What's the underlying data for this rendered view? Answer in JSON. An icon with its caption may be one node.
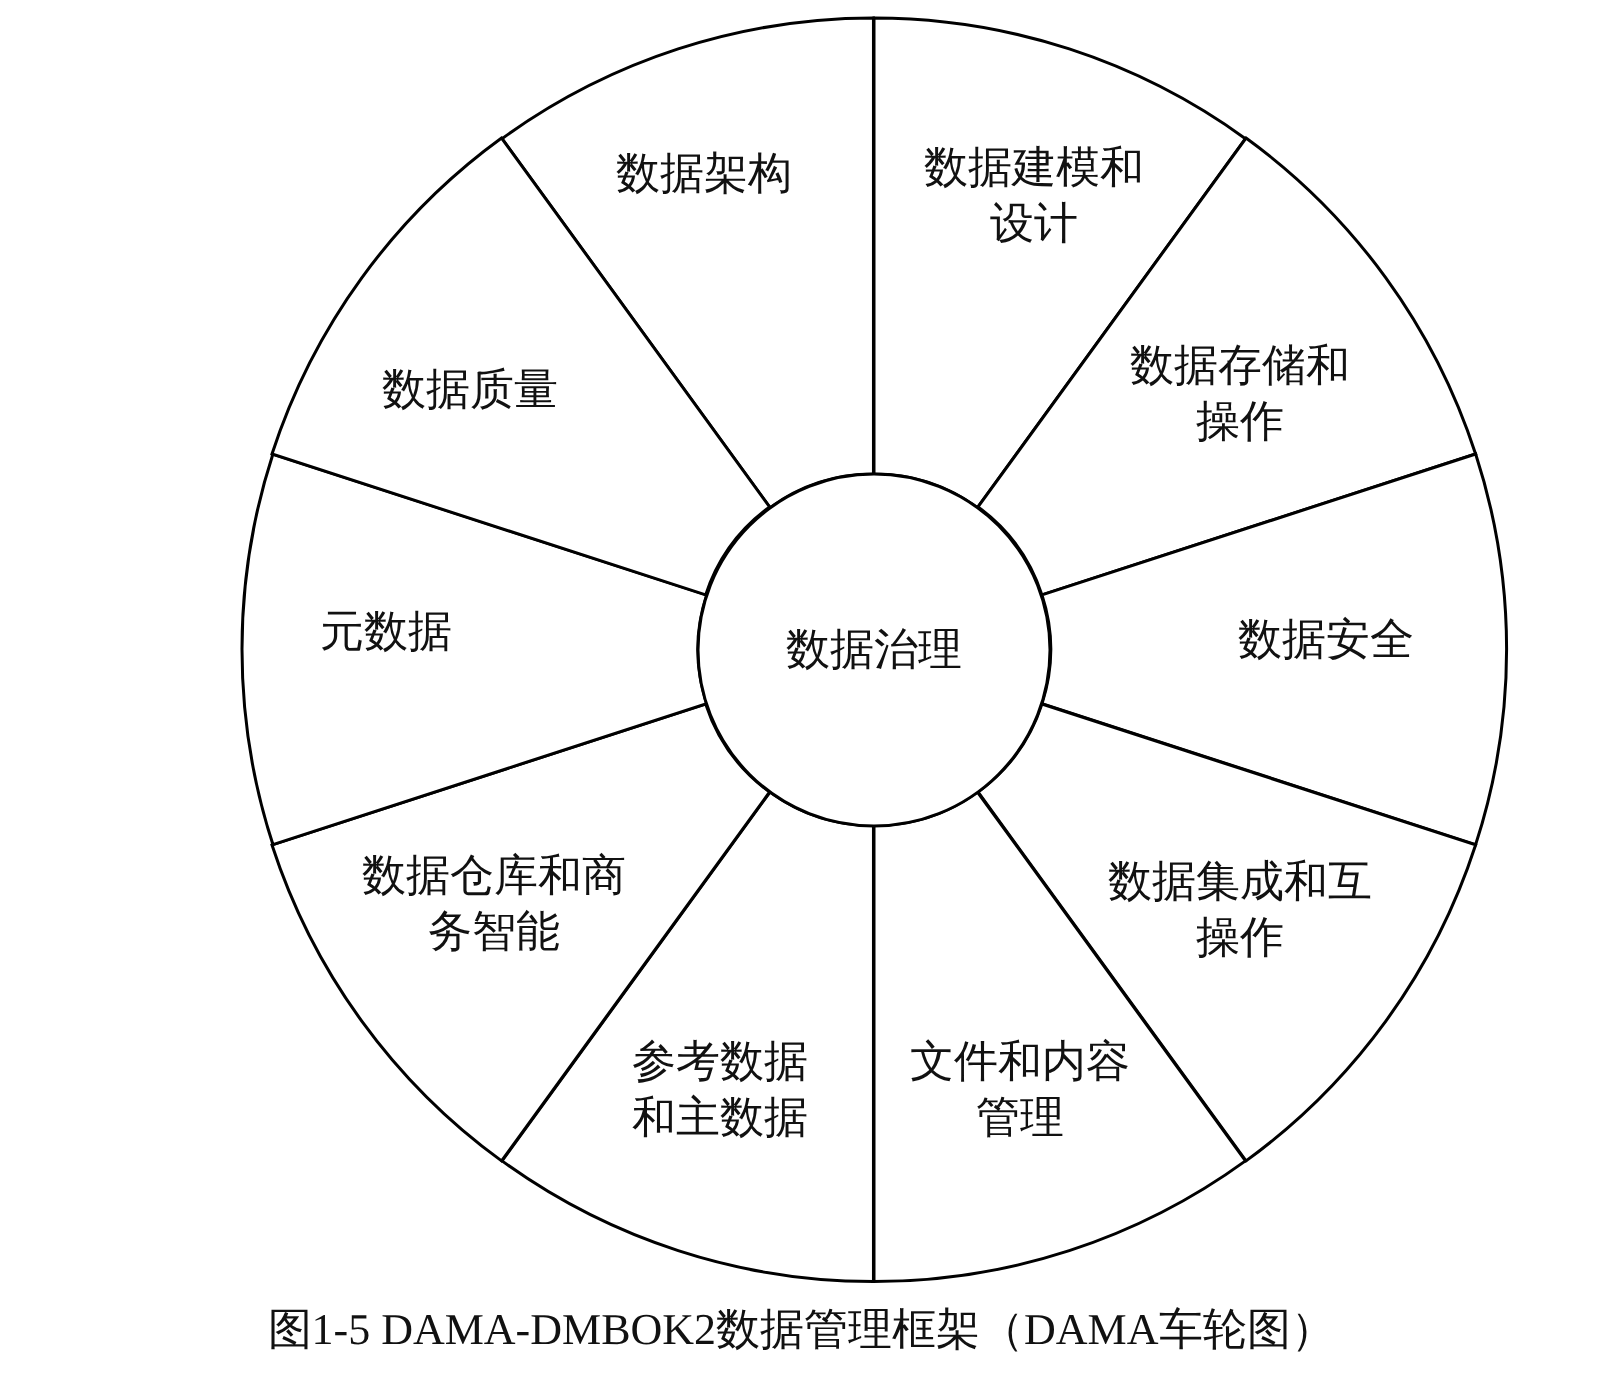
{
  "diagram": {
    "caption": "图1-5 DAMA-DMBOK2数据管理框架（DAMA车轮图）",
    "nodes": [
      {
        "text": [
          "数据架构"
        ]
      },
      {
        "text": [
          "数据建模和设计"
        ]
      },
      {
        "text": [
          "数据存储和操作"
        ]
      },
      {
        "text": [
          "数据安全"
        ]
      },
      {
        "text": [
          "数据集成和互操作"
        ]
      },
      {
        "text": [
          "文件和内容管理"
        ]
      },
      {
        "text": [
          "参考数据和主数据"
        ]
      },
      {
        "text": [
          "数据仓库和商务智能"
        ]
      },
      {
        "text": [
          "元数据"
        ]
      },
      {
        "text": [
          "数据质量"
        ]
      },
      {
        "text": [
          "数据治理"
        ]
      }
    ],
    "edges": []
  }
}
